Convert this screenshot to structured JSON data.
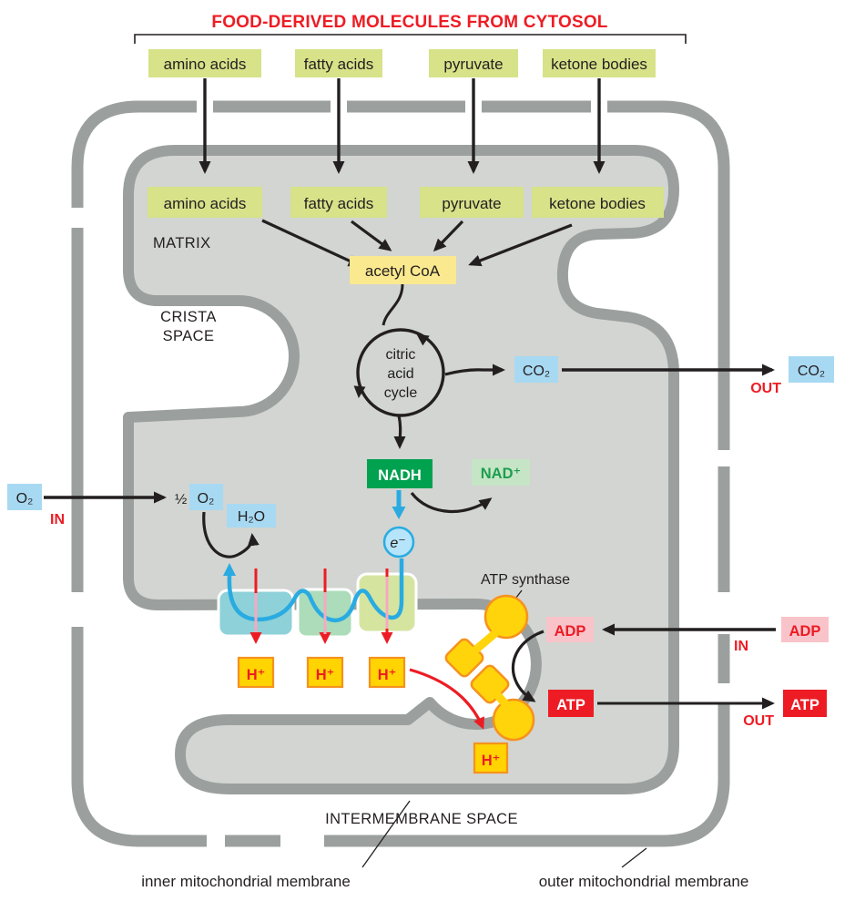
{
  "title": "FOOD-DERIVED MOLECULES FROM CYTOSOL",
  "cytosol_boxes": [
    "amino acids",
    "fatty acids",
    "pyruvate",
    "ketone bodies"
  ],
  "matrix_boxes": [
    "amino acids",
    "fatty acids",
    "pyruvate",
    "ketone bodies"
  ],
  "regions": {
    "matrix": "MATRIX",
    "crista_line1": "CRISTA",
    "crista_line2": "SPACE",
    "intermembrane": "INTERMEMBRANE SPACE"
  },
  "membrane_labels": {
    "inner": "inner mitochondrial membrane",
    "outer": "outer mitochondrial membrane"
  },
  "nodes": {
    "acetyl": "acetyl CoA",
    "cycle_line1": "citric",
    "cycle_line2": "acid",
    "cycle_line3": "cycle",
    "nadh": "NADH",
    "nad_plus": "NAD⁺",
    "electron": "e⁻",
    "atp_synthase": "ATP synthase"
  },
  "molecules": {
    "co2_matrix": "CO₂",
    "co2_cytosol": "CO₂",
    "o2_cytosol": "O₂",
    "half_prefix": "½",
    "o2_matrix": "O₂",
    "h2o": "H₂O",
    "h_plus_1": "H⁺",
    "h_plus_2": "H⁺",
    "h_plus_3": "H⁺",
    "h_plus_4": "H⁺",
    "adp_matrix": "ADP",
    "adp_cytosol": "ADP",
    "atp_matrix": "ATP",
    "atp_cytosol": "ATP"
  },
  "transport_labels": {
    "o2_in": "IN",
    "co2_out": "OUT",
    "adp_in": "IN",
    "atp_out": "OUT"
  },
  "colors": {
    "membrane_gray": "#9ba09f",
    "matrix_fill": "#d2d5d1",
    "food_box_green": "#d7e289",
    "acetyl_yellow": "#fbe98f",
    "molecule_blue": "#a8d9f2",
    "nadh_green": "#00a14f",
    "nad_bg_green": "#c6e5c6",
    "proton_yellow": "#ffd400",
    "proton_border_orange": "#f6921e",
    "atp_red": "#ed1c24",
    "adp_pink": "#f9c3ca",
    "complex1_teal": "#8ed1d8",
    "complex2_green": "#acdcba",
    "complex3_yellowgreen": "#d5e5a0",
    "electron_blue": "#29abe2",
    "electron_fill": "#b6e4fa",
    "synthase_yellow": "#ffd40a",
    "accent_red": "#ed1c24",
    "text_black": "#231f20",
    "pink_arrow": "#f6a9c1"
  }
}
